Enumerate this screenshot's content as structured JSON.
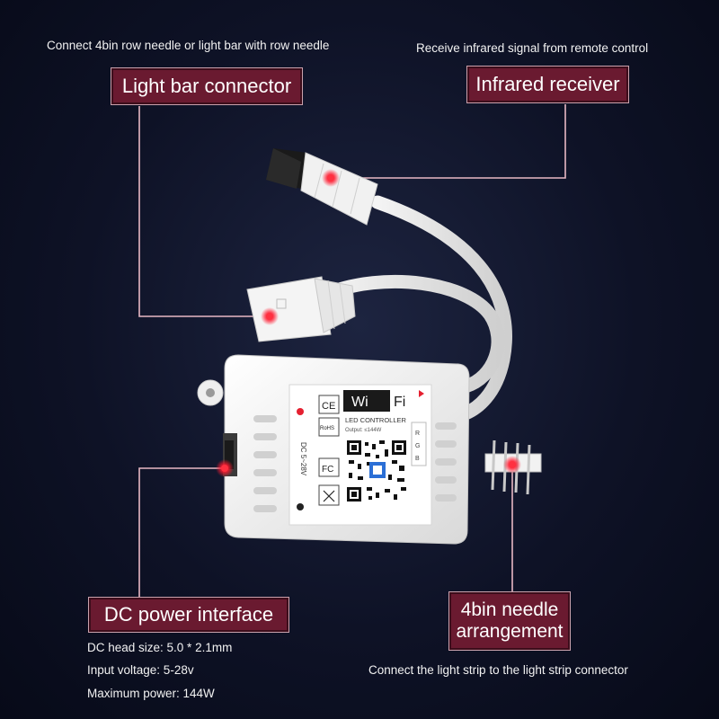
{
  "callouts": {
    "light_bar": {
      "caption": "Connect 4bin row needle or light bar with row needle",
      "label": "Light bar connector"
    },
    "infrared": {
      "caption": "Receive infrared signal from remote control",
      "label": "Infrared receiver"
    },
    "dc_power": {
      "label": "DC power interface",
      "specs": [
        "DC head size: 5.0 * 2.1mm",
        "Input voltage: 5-28v",
        "Maximum power: 144W"
      ]
    },
    "needle": {
      "label_line1": "4bin needle",
      "label_line2": "arrangement",
      "caption": "Connect the light strip to the light strip connector"
    }
  },
  "device_label": {
    "wi": "Wi",
    "fi": "Fi",
    "title": "LED CONTROLLER",
    "output": "Output: ≤144W",
    "dc": "DC 5~28V",
    "rgb": [
      "R",
      "G",
      "B"
    ],
    "ce": "CE",
    "fc": "FC",
    "rohs": "RoHS"
  },
  "colors": {
    "label_bg": "#6a1a30",
    "leader_line": "#e8b8c4",
    "marker": "#ff2a3c",
    "device_body": "#f2f2f2"
  }
}
